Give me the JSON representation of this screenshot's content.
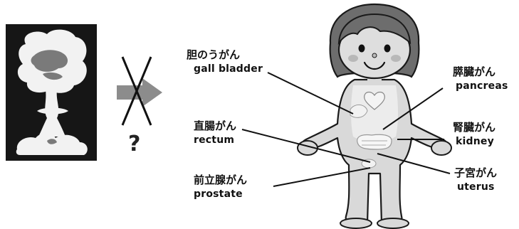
{
  "question_mark": "?",
  "labels": {
    "gall_bladder": {
      "jp": "胆のうがん",
      "en": "gall bladder"
    },
    "pancreas": {
      "jp": "膵臓がん",
      "en": "pancreas"
    },
    "rectum": {
      "jp": "直腸がん",
      "en": "rectum"
    },
    "kidney": {
      "jp": "腎臓がん",
      "en": "kidney"
    },
    "prostate": {
      "jp": "前立腺がん",
      "en": "prostate"
    },
    "uterus": {
      "jp": "子宮がん",
      "en": "uterus"
    }
  },
  "colors": {
    "background": "#ffffff",
    "figure_fill": "#d9d9d9",
    "figure_outline": "#1a1a1a",
    "hair": "#6d6d6d",
    "arrow": "#8c8c8c",
    "cross": "#111111",
    "cloud_panel": "#161616"
  },
  "icons": [
    "mushroom-cloud-icon",
    "right-arrow-icon",
    "cross-out-icon",
    "child-figure-icon",
    "heart-icon"
  ]
}
